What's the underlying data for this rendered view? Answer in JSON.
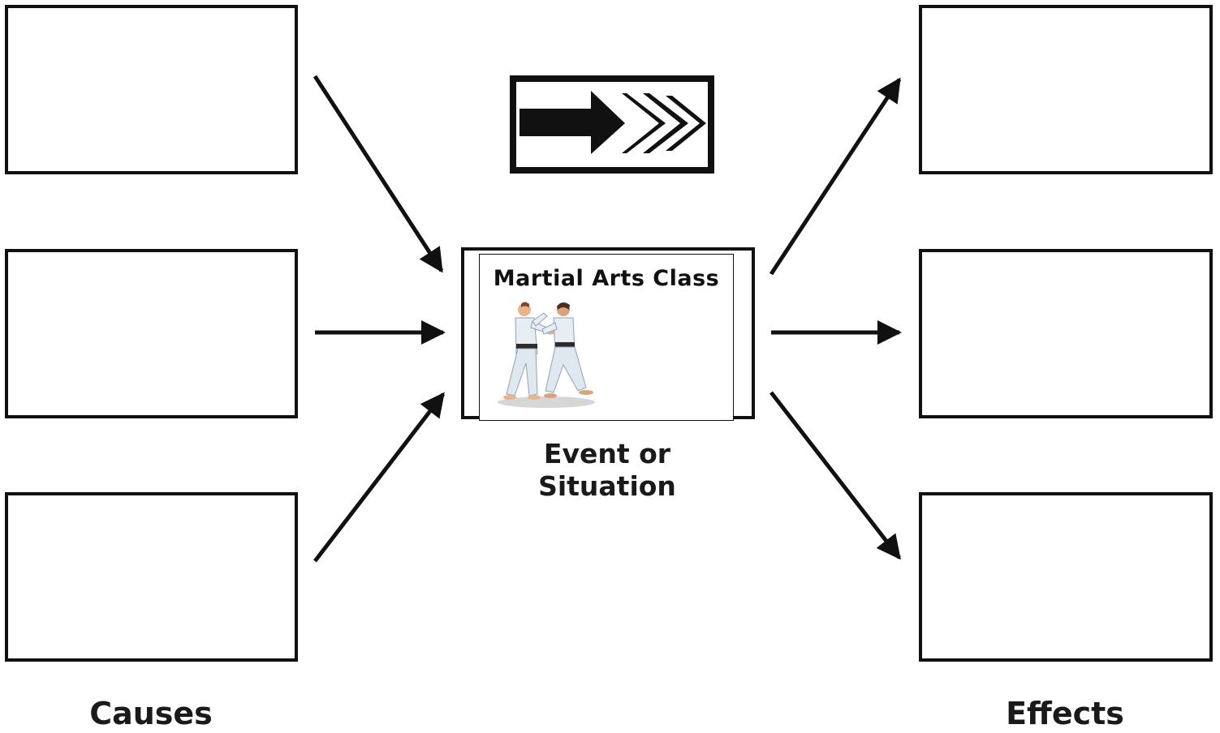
{
  "diagram": {
    "event": {
      "title": "Martial Arts Class",
      "caption_line1": "Event or",
      "caption_line2": "Situation",
      "image": "karate-sparring-clipart"
    },
    "causes": {
      "label": "Causes",
      "boxes": [
        "",
        "",
        ""
      ]
    },
    "effects": {
      "label": "Effects",
      "boxes": [
        "",
        "",
        ""
      ]
    },
    "icons": {
      "header": "forward-arrow-icon",
      "connectors": "arrow-icon"
    },
    "colors": {
      "line": "#111111",
      "background": "#ffffff"
    }
  }
}
